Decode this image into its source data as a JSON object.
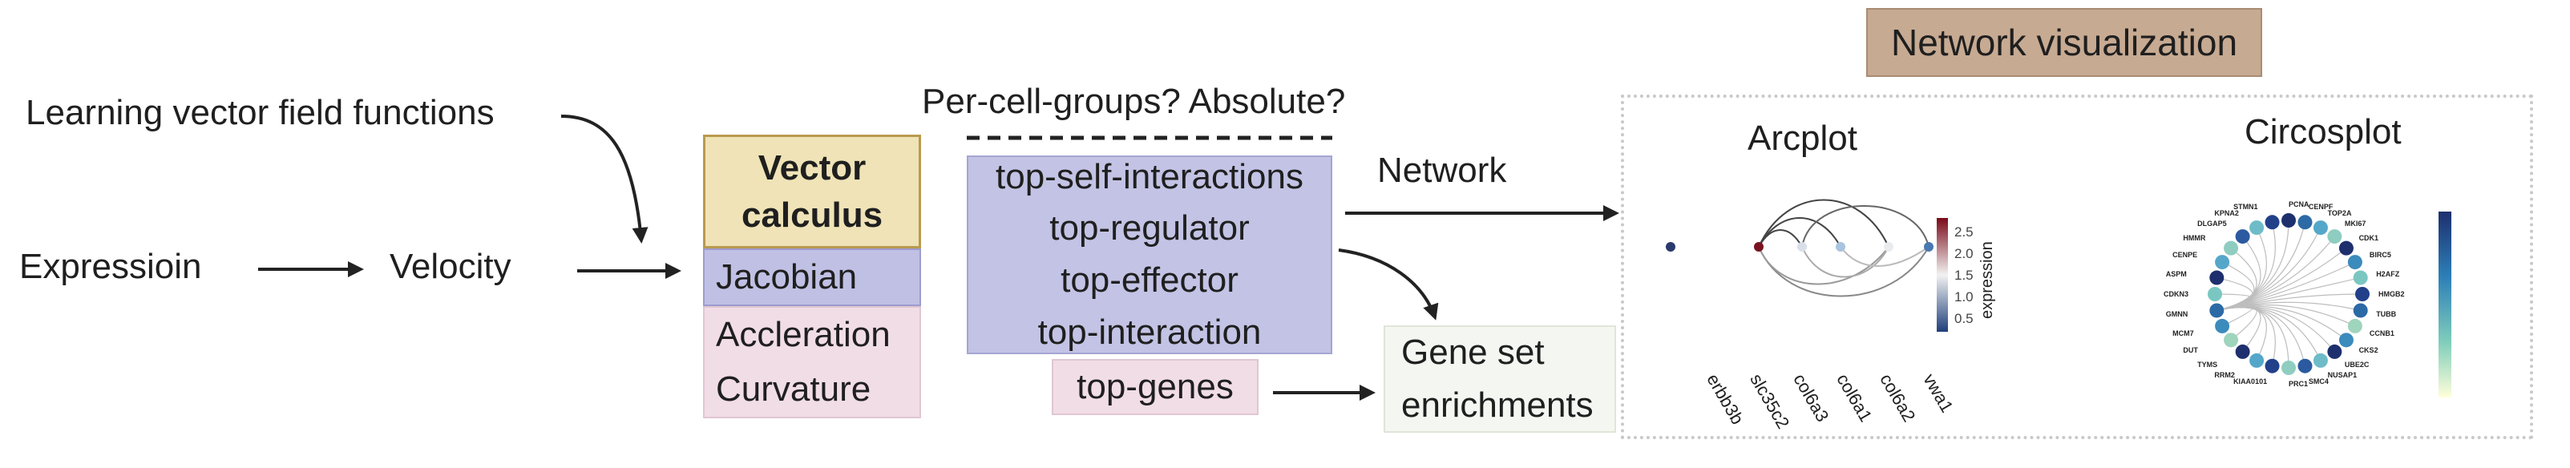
{
  "labels": {
    "learning": "Learning vector field functions",
    "expression": "Expressioin",
    "velocity": "Velocity",
    "per_cell": "Per-cell-groups? Absolute?",
    "network": "Network"
  },
  "vector_calculus": {
    "head_line1": "Vector",
    "head_line2": "calculus",
    "jacobian": "Jacobian",
    "acceleration": "Accleration",
    "curvature": "Curvature"
  },
  "top_items": [
    "top-self-interactions",
    "top-regulator",
    "top-effector",
    "top-interaction"
  ],
  "top_genes": "top-genes",
  "gene_set": {
    "line1": "Gene set",
    "line2": "enrichments"
  },
  "network_viz": {
    "title": "Network visualization",
    "arcplot": {
      "title": "Arcplot",
      "genes": [
        "erbb3b",
        "slc35c2",
        "col6a3",
        "col6a1",
        "col6a2",
        "vwa1"
      ],
      "colorbar_label": "expression",
      "colorbar_ticks": [
        "2.5",
        "2.0",
        "1.5",
        "1.0",
        "0.5"
      ]
    },
    "circosplot": {
      "title": "Circosplot",
      "genes": [
        "PCNA",
        "CENPF",
        "TOP2A",
        "MKI67",
        "CDK1",
        "BIRC5",
        "H2AFZ",
        "HMGB2",
        "TUBB",
        "CCNB1",
        "CKS2",
        "UBE2C",
        "NUSAP1",
        "SMC4",
        "PRC1",
        "KIAA0101",
        "RRM2",
        "TYMS",
        "DUT",
        "MCM7",
        "GMNN",
        "CDKN3",
        "ASPM",
        "CENPE",
        "HMMR",
        "DLGAP5",
        "KPNA2",
        "STMN1"
      ],
      "colors": [
        "#1e2f6e",
        "#2c6aa6",
        "#54a7c9",
        "#8fcdc1",
        "#1e2f6e",
        "#3b8bbd",
        "#7ac7c2",
        "#22408a",
        "#2c6aa6",
        "#9fd4bd",
        "#3b8bbd",
        "#1e2f6e",
        "#6dbcc7",
        "#2b5aa0",
        "#8fcdc1",
        "#22408a",
        "#54a7c9",
        "#1e2f6e",
        "#9fd4bd",
        "#3b8bbd",
        "#2c6aa6",
        "#7ac7c2",
        "#1e2f6e",
        "#54a7c9",
        "#8fcdc1",
        "#2b5aa0",
        "#6dbcc7",
        "#22408a"
      ]
    }
  }
}
